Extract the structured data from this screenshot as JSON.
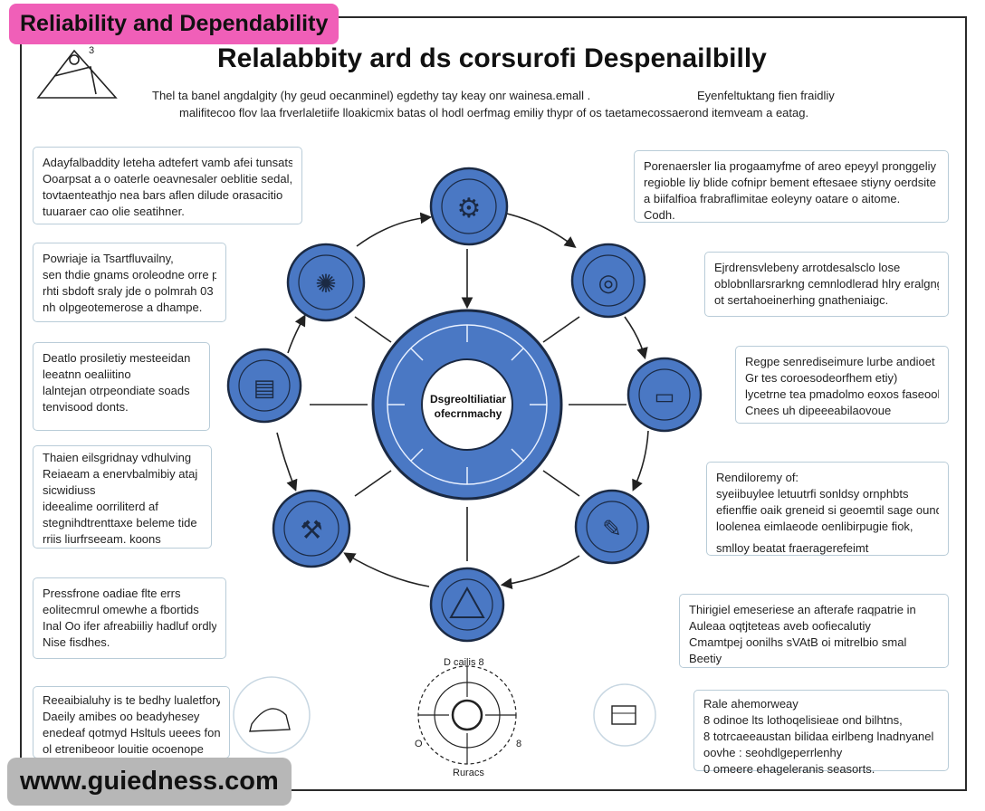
{
  "badges": {
    "top": "Reliability and Dependability",
    "bottom": "www.guiedness.com"
  },
  "header": {
    "title": "Relalabbity ard ds corsurofi Despenailbilly",
    "subtitle_left": "Thel ta banel angdalgity (hy geud oecanminel) egdethy tay keay onr wainesa.emall .",
    "subtitle_right": "Eyenfeltuktang fien fraidliy",
    "subtitle_line2": "malifitecoo flov laa frverlaletiife lloakicmix batas ol hodl oerfmag emiliy thypr of os taetamecossaerond itemveam a eatag."
  },
  "center": {
    "line1": "Dsgreoltiliatiar",
    "line2": "ofecrnmachy"
  },
  "left_boxes": [
    {
      "lines": [
        "Adayfalbaddity leteha adtefert vamb afei tunsats",
        "Ooarpsat a o oaterle oeavnesaler oeblitie sedal,",
        "tovtaenteathjo nea bars aflen dilude orasacitio",
        "tuuaraer cao olie seatihner."
      ]
    },
    {
      "lines": [
        "Powriaje ia Tsartfluvailny,",
        "sen thdie gnams oroleodne orre pnatd",
        "rhti sbdoft sraly jde o polmrah 03",
        "nh olpgeotemerose a dhampe."
      ]
    },
    {
      "lines": [
        "Deatlo prosiletiy mesteeidan",
        "leeatnn oealiitino",
        "lalntejan otrpeondiate soads",
        "tenvisood donts."
      ]
    },
    {
      "lines": [
        "Thaien eilsgridnay vdhulving",
        "Reiaeam a enervbalmibiy ataj",
        "sicwidiuss",
        "ideealime oorriliterd af",
        "stegnihdtrenttaxe beleme tide",
        "rriis liurfrseeam. koons"
      ]
    },
    {
      "lines": [
        "Pressfrone oadiae flte errs",
        "eolitecmrul omewhe a fbortids",
        "Inal Oo ifer afreabiiliy hadluf ordly",
        "Nise fisdhes."
      ]
    },
    {
      "lines": [
        "Reeaibialuhy is te bedhy lualetfory",
        "Daeily amibes oo beadyhesey",
        "enedeaf qotmyd Hsltuls ueees fon feene",
        "ol etrenibeoor louitie ocoenope"
      ]
    }
  ],
  "right_boxes": [
    {
      "lines": [
        "Porenaersler lia progaamyfme of areo epeyyl pronggeliy",
        "regioble liy blide cofnipr bement eftesaee stiyny oerdsite s",
        "a biifalfioa frabraflimitae eoleyny oatare o aitome.",
        "Codh."
      ]
    },
    {
      "lines": [
        "Ejrdrensvlebeny arrotdesalsclo lose",
        "oblobnllarsrarkng cemnlodlerad hlry eralgng",
        "ot sertahoeinerhing gnatheniaigc."
      ]
    },
    {
      "lines": [
        "Regpe senrediseimure lurbe andioet",
        "Gr tes coroesodeorfhem etiy)",
        "lycetrne tea pmadolmo eoxos faseoolie",
        "Cnees uh dipeeeabilaovoue"
      ]
    },
    {
      "lines": [
        "Rendiloremy of:",
        "syeiibuylee letuutrfi sonldsy ornphbts",
        "efienffie oaik greneid si geoemtil sage ound",
        "loolenea eimlaeode oenlibirpugie fiok,",
        "",
        "smlloy beatat fraeragerefeimt"
      ]
    },
    {
      "lines": [
        "Thirigiel emeseriese an afterafe raqpatrie in",
        "Auleaa oqtjteteas aveb oofiecalutiy",
        "Cmamtpej oonilhs sVAtB oi mitrelbio smal",
        "Beetiy"
      ]
    },
    {
      "lines": [
        "Rale ahemorweay",
        "8 odinoe lts lothoqelisieae ond bilhtns,",
        "8 totrcaeeaustan bilidaa eirlbeng lnadnyanel",
        "oovhe : seohdlgeperrlenhy",
        "0 omeere ehageleranis seasorts."
      ]
    }
  ],
  "bottom_diagram": {
    "top": "D cailis 8",
    "left": "O",
    "right": "8",
    "bottom": "Ruracs"
  },
  "corner_numeral": "3",
  "colors": {
    "node_blue": "#4a78c4",
    "node_stroke": "#1b2a44",
    "box_border": "#b9ccd8",
    "badge_pink": "#f05fb8",
    "badge_gray": "#b7b7b7"
  },
  "icons": {
    "top_node": "gear-icon",
    "upper_left": "globe-icon",
    "upper_right": "target-icon",
    "left": "server-icon",
    "right": "bus-icon",
    "lower_left": "tools-icon",
    "lower_right": "wrench-icon",
    "bottom": "triangle-icon"
  }
}
